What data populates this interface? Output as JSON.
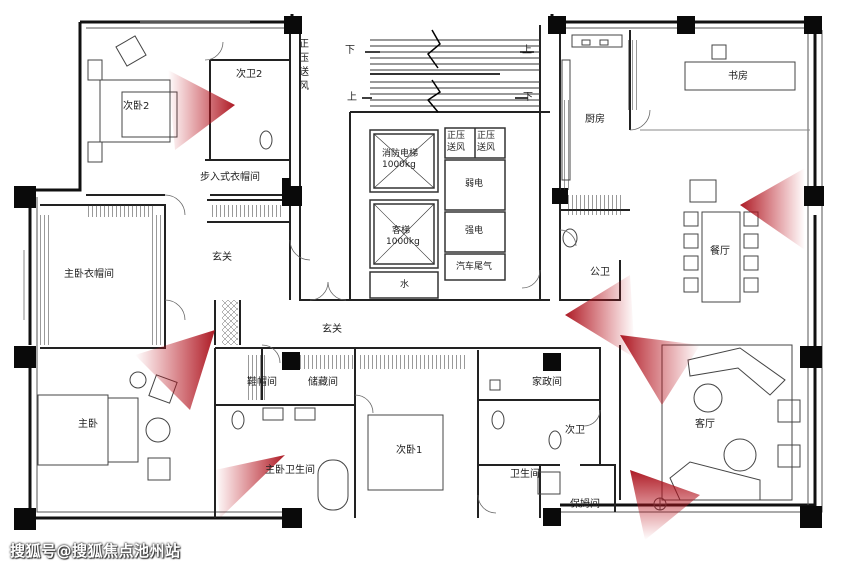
{
  "rooms": {
    "ciwo2": "次卧2",
    "ciwei2": "次卫2",
    "walkin_closet": "步入式衣帽间",
    "master_closet": "主卧衣帽间",
    "foyer_top": "玄关",
    "foyer_mid": "玄关",
    "master_bed": "主卧",
    "cloak_room": "鞋帽间",
    "storage": "储藏间",
    "master_bath": "主卧卫生间",
    "ciwo1": "次卧1",
    "housekeeping": "家政间",
    "ciwei": "次卫",
    "bathroom": "卫生间",
    "nanny": "保姆间",
    "kitchen": "厨房",
    "study": "书房",
    "dining": "餐厅",
    "public_wc": "公卫",
    "living": "客厅",
    "fire_elevator": "消防电梯",
    "fire_elevator_load": "1000kg",
    "elevator": "客梯",
    "elevator_load": "1000kg",
    "weak_elec": "弱电",
    "strong_elec": "强电",
    "car_exhaust": "汽车尾气",
    "water": "水",
    "pressure_left": "正压送风",
    "pressure_a": "正压送风",
    "pressure_b": "正压送风"
  },
  "stairs": {
    "down_left": "下",
    "up_right": "上",
    "up_left": "上",
    "down_right": "下"
  },
  "watermark": "搜狐号@搜狐焦点池州站",
  "colors": {
    "wall": "#111111",
    "column": "#0a0a0a",
    "view_cone": "#b3121d",
    "line": "#444444"
  }
}
